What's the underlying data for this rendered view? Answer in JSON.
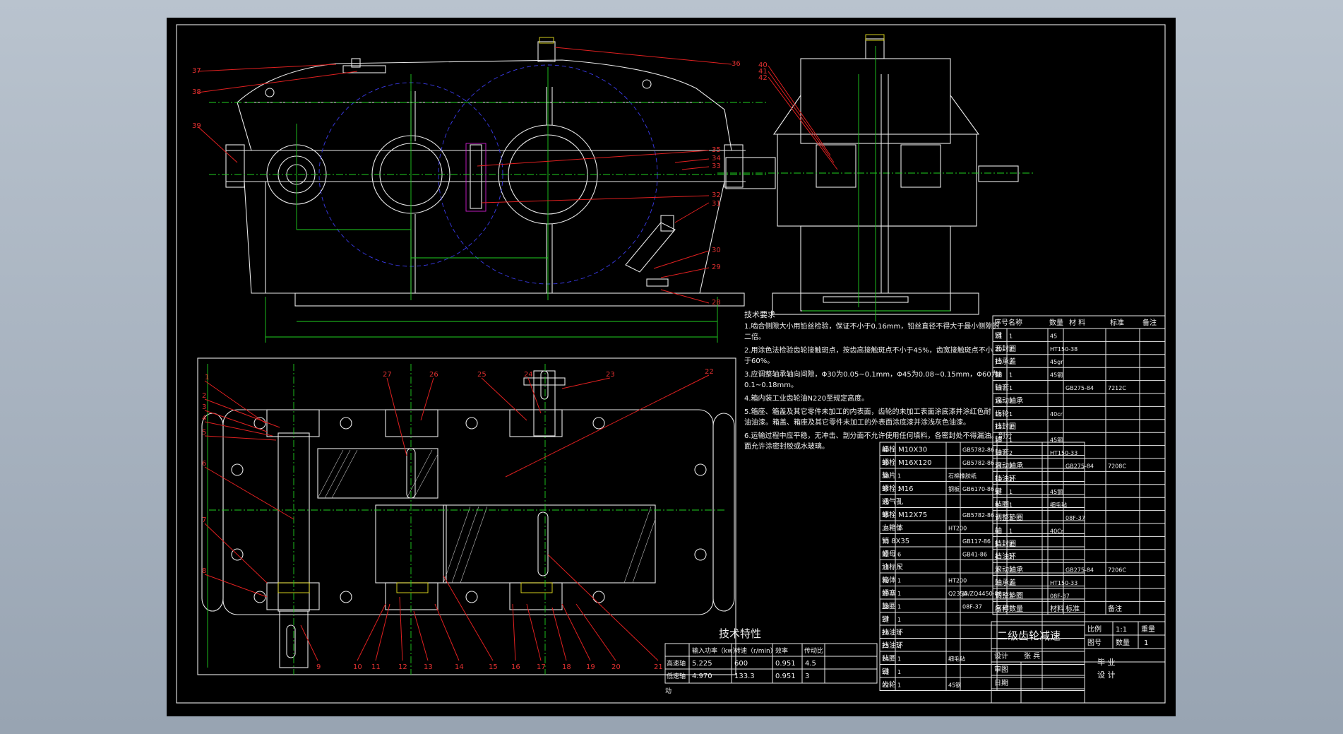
{
  "tech_requirements": {
    "title": "技术要求",
    "lines": [
      "1.啮合侧隙大小用铅丝检验，保证不小于0.16mm，铅丝直径不得大于最小侧隙的",
      "二倍。",
      "2.用涂色法检验齿轮接触斑点，按齿高接触斑点不小于45%，齿宽接触斑点不小",
      "于60%。",
      "3.应调整轴承轴向间隙，Φ30为0.05~0.1mm，Φ45为0.08~0.15mm，Φ60为",
      "0.1~0.18mm。",
      "4.箱内装工业齿轮油N220至规定高度。",
      "5.箱座、箱盖及其它零件未加工的内表面，齿轮的未加工表面涂底漆并涂红色耐",
      "油油漆。箱盖、箱座及其它零件未加工的外表面涂底漆并涂浅灰色油漆。",
      "6.运输过程中应平稳，无冲击、剖分面不允许使用任何填料，各密封处不得漏油。剖分",
      "面允许涂密封胶或水玻璃。"
    ]
  },
  "tech_characteristics": {
    "title": "技术特性",
    "headers": [
      "输入功率（kw）",
      "转速（r/min）",
      "效率",
      "传动比"
    ],
    "rows": [
      {
        "label": "高速轴",
        "values": [
          "5.225",
          "600",
          "0.951",
          "4.5"
        ]
      },
      {
        "label": "低速轴",
        "values": [
          "4.970",
          "133.3",
          "0.951",
          "3"
        ]
      }
    ],
    "footnote": "动"
  },
  "parts_upper": {
    "rows": [
      [
        "21",
        "键",
        "1",
        "45",
        "",
        ""
      ],
      [
        "20",
        "套封圈",
        "2",
        "HT150-38",
        "",
        ""
      ],
      [
        "19",
        "挡承盖",
        "2",
        "45gr",
        "",
        ""
      ],
      [
        "18",
        "轴",
        "1",
        "45钢",
        "",
        ""
      ],
      [
        "17",
        "轴套",
        "1",
        "",
        "GB275-84",
        "7212C"
      ],
      [
        "16",
        "滚动轴承",
        "2",
        "",
        "",
        ""
      ],
      [
        "15",
        "齿轮",
        "1",
        "40cr",
        "",
        ""
      ],
      [
        "14",
        "挡封圈",
        "2",
        "",
        "",
        ""
      ],
      [
        "13",
        "轴",
        "1",
        "45钢",
        "",
        ""
      ],
      [
        "12",
        "轴套",
        "2",
        "HT150-33",
        "",
        ""
      ],
      [
        "11",
        "滚动轴承",
        "2",
        "",
        "GB275-84",
        "7208C"
      ],
      [
        "10",
        "挡油环",
        "2",
        "",
        "",
        ""
      ],
      [
        "9",
        "键",
        "1",
        "45钢",
        "",
        ""
      ],
      [
        "8",
        "毡圈",
        "1",
        "细毛毡",
        "",
        ""
      ],
      [
        "7",
        "调整垫圈",
        "2",
        "",
        "08F-37",
        ""
      ],
      [
        "6",
        "轴",
        "1",
        "40Cr",
        "",
        ""
      ],
      [
        "5",
        "挡封圈",
        "2",
        "",
        "",
        ""
      ],
      [
        "4",
        "挡油环",
        "2",
        "",
        "",
        ""
      ],
      [
        "3",
        "滚动轴承",
        "2",
        "",
        "GB275-84",
        "7206C"
      ],
      [
        "2",
        "轴承盖",
        "2",
        "HT150-33",
        "",
        ""
      ],
      [
        "1",
        "调整垫圈",
        "2",
        "08F-37",
        "",
        ""
      ]
    ],
    "header": [
      "序号",
      "名称",
      "数量",
      "材料",
      "标准",
      "备注"
    ],
    "top_header": [
      "序号",
      "名称",
      "数量",
      "材",
      "料",
      "标准",
      "备注"
    ]
  },
  "parts_lower": {
    "rows": [
      [
        "40",
        "螺栓 M10X30",
        "",
        "",
        "GB5782-86",
        ""
      ],
      [
        "39",
        "螺栓 M16X120",
        "",
        "",
        "GB5782-86",
        ""
      ],
      [
        "38",
        "垫片",
        "1",
        "石棉橡胶纸",
        "",
        ""
      ],
      [
        "37",
        "螺栓 M16",
        "1",
        "钢板",
        "GB6170-86",
        ""
      ],
      [
        "36",
        "透气孔",
        "1",
        "",
        "",
        ""
      ],
      [
        "35",
        "螺栓 M12X75",
        "",
        "",
        "GB5782-86",
        ""
      ],
      [
        "34",
        "上箱体",
        "1",
        "HT200",
        "",
        ""
      ],
      [
        "33",
        "销 8X35",
        "",
        "",
        "GB117-86",
        ""
      ],
      [
        "32",
        "螺母",
        "6",
        "",
        "GB41-86",
        ""
      ],
      [
        "31",
        "油标尺",
        "1",
        "",
        "",
        ""
      ],
      [
        "30",
        "箱体",
        "1",
        "HT200",
        "",
        ""
      ],
      [
        "29",
        "螺塞",
        "1",
        "Q235A",
        "JB/ZQ4450-86",
        ""
      ],
      [
        "28",
        "垫圈",
        "1",
        "",
        "08F-37",
        ""
      ],
      [
        "27",
        "键",
        "1",
        "",
        "",
        ""
      ],
      [
        "26",
        "挡油环",
        "1",
        "",
        "",
        ""
      ],
      [
        "25",
        "挡油环",
        "2",
        "",
        "",
        ""
      ],
      [
        "24",
        "毡圈",
        "1",
        "细毛毡",
        "",
        ""
      ],
      [
        "23",
        "键",
        "1",
        "",
        "",
        ""
      ],
      [
        "22",
        "齿轮",
        "1",
        "45钢",
        "",
        ""
      ]
    ]
  },
  "title_block": {
    "drawing_name": "二级齿轮减速",
    "scale_label": "比例",
    "scale_value": "1:1",
    "weight_label": "重量",
    "drawing_no_label": "图号",
    "quantity_label": "数量",
    "quantity_value": "1",
    "designer_label": "设计",
    "designer_name": "张 兵",
    "checker_label": "审图",
    "date_label": "日期",
    "project_line1": "毕 业",
    "project_line2": "设 计"
  },
  "balloons_front": [
    "37",
    "38",
    "39",
    "36",
    "35",
    "34",
    "33",
    "32",
    "31",
    "30",
    "29",
    "28"
  ],
  "balloons_side": [
    "40",
    "41",
    "42"
  ],
  "balloons_plan_top": [
    "1",
    "2",
    "3",
    "4",
    "5",
    "6",
    "7",
    "8",
    "27",
    "26",
    "25",
    "24",
    "23",
    "22"
  ],
  "balloons_plan_bottom": [
    "9",
    "10",
    "11",
    "12",
    "13",
    "14",
    "15",
    "16",
    "17",
    "18",
    "19",
    "20",
    "21"
  ]
}
